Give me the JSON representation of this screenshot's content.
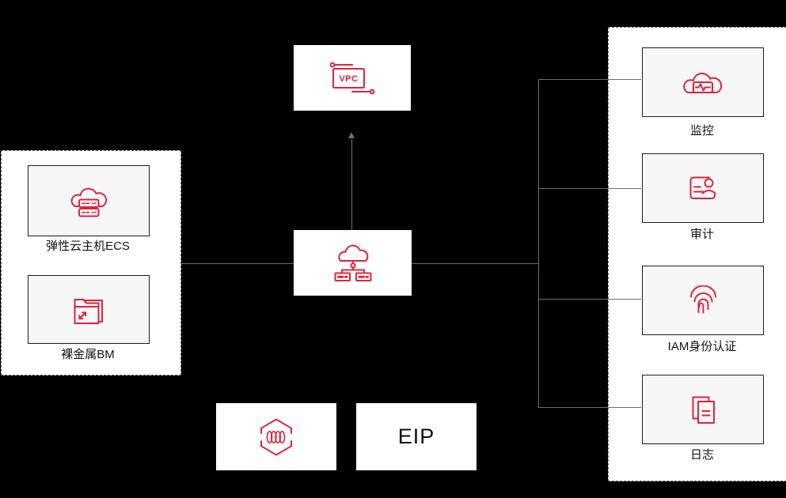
{
  "colors": {
    "background": "#000000",
    "accent_red": "#e1233d",
    "panel_bg": "#ffffff",
    "card_bg": "#f7f7f7",
    "connector_line": "#6e6e6e",
    "label_text": "#141414"
  },
  "vpc_node": {
    "icon": "vpc-icon",
    "icon_label": "VPC"
  },
  "hub_node": {
    "icon": "cloud-network-icon"
  },
  "left_panel": {
    "items": [
      {
        "icon": "cloud-server-icon",
        "label": "弹性云主机ECS"
      },
      {
        "icon": "folder-transfer-icon",
        "label": "裸金属BM"
      }
    ]
  },
  "right_panel": {
    "items": [
      {
        "icon": "cloud-monitor-icon",
        "label": "监控"
      },
      {
        "icon": "audit-card-icon",
        "label": "审计"
      },
      {
        "icon": "fingerprint-icon",
        "label": "IAM身份认证"
      },
      {
        "icon": "log-pages-icon",
        "label": "日志"
      }
    ]
  },
  "bottom_nodes": [
    {
      "icon": "hexagon-coil-icon",
      "label": ""
    },
    {
      "icon": "",
      "label": "EIP"
    }
  ]
}
